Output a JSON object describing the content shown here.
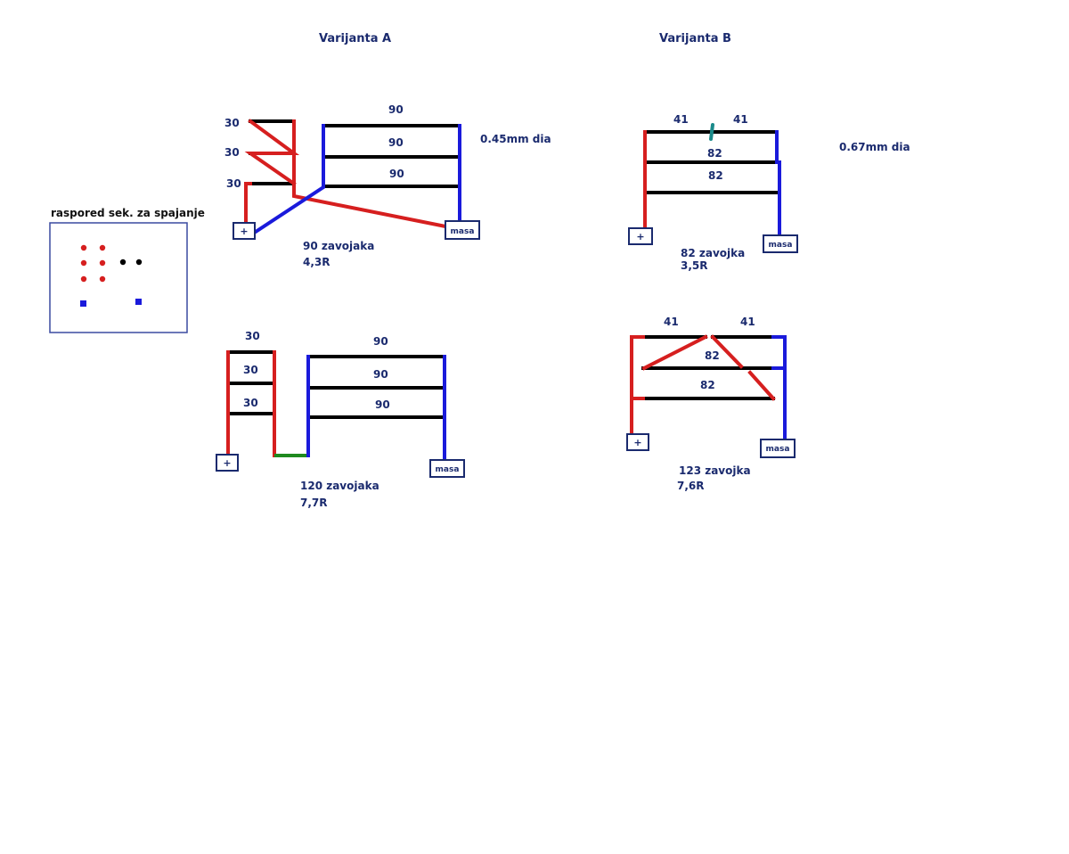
{
  "titles": {
    "variant_a": "Varijanta A",
    "variant_b": "Varijanta B"
  },
  "legend": {
    "title": "raspored sek. za spajanje"
  },
  "terminals": {
    "plus": "+",
    "ground": "masa"
  },
  "diagram_a1": {
    "left_labels": [
      "30",
      "30",
      "30"
    ],
    "right_labels": [
      "90",
      "90",
      "90"
    ],
    "wire_note": "0.45mm dia",
    "caption_turns": "90 zavojaka",
    "caption_resistance": "4,3R"
  },
  "diagram_a2": {
    "left_labels": [
      "30",
      "30",
      "30"
    ],
    "right_labels": [
      "90",
      "90",
      "90"
    ],
    "caption_turns": "120 zavojaka",
    "caption_resistance": "7,7R"
  },
  "diagram_b1": {
    "top_labels": [
      "41",
      "41"
    ],
    "mid_labels": [
      "82",
      "82"
    ],
    "wire_note": "0.67mm dia",
    "caption_turns": "82 zavojka",
    "caption_resistance": "3,5R"
  },
  "diagram_b2": {
    "top_labels": [
      "41",
      "41"
    ],
    "mid_labels": [
      "82",
      "82"
    ],
    "caption_turns": "123 zavojka",
    "caption_resistance": "7,6R"
  },
  "colors": {
    "positive_wire": "#d61f1f",
    "ground_wire": "#1a1adb",
    "coil_section": "#000000",
    "bridge_wire": "#1f8a1f",
    "split_marker": "#1a8a8a",
    "label_text": "#1a2a6e"
  }
}
